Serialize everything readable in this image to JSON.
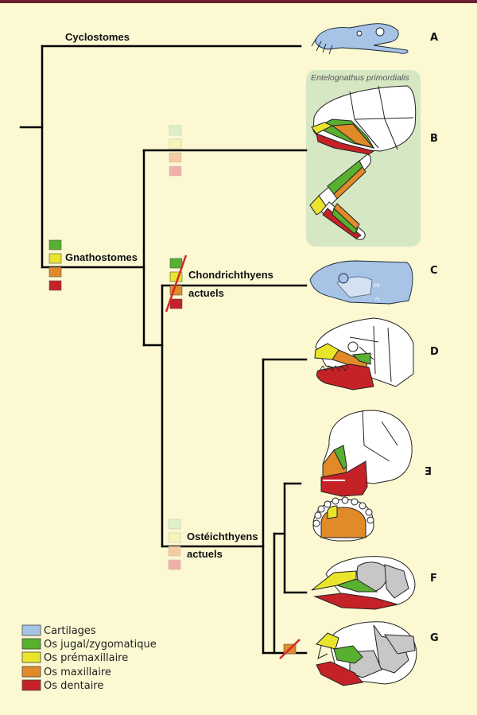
{
  "colors": {
    "background": "#fbf8d2",
    "top_bar": "#6b2130",
    "tree_line": "#000000",
    "species_panel": "#d6e7c4",
    "cartilage": "#a7c3e6",
    "jugal": "#58b030",
    "premaxillary": "#e9e52c",
    "maxillary": "#e08a2a",
    "dentary": "#c52228",
    "gray_bone": "#c7c7c7",
    "cross": "#d6262b"
  },
  "taxa": {
    "cyclostomes": "Cyclostomes",
    "gnathostomes": "Gnathostomes",
    "chondrichthyens_1": "Chondrichthyens",
    "chondrichthyens_2": "actuels",
    "osteichthyens_1": "Ostéichthyens",
    "osteichthyens_2": "actuels"
  },
  "species_name": "Entelognathus primordialis",
  "letters": {
    "a": "A",
    "b": "B",
    "c": "C",
    "d": "D",
    "e": "E",
    "f": "F",
    "g": "G"
  },
  "legend": [
    {
      "label": "Cartilages",
      "color": "#a7c3e6"
    },
    {
      "label": "Os jugal/zygomatique",
      "color": "#58b030"
    },
    {
      "label": "Os prémaxillaire",
      "color": "#e9e52c"
    },
    {
      "label": "Os maxillaire",
      "color": "#e08a2a"
    },
    {
      "label": "Os dentaire",
      "color": "#c52228"
    }
  ],
  "icons": [
    "lamprey-skull-icon",
    "placoderm-skull-icon",
    "shark-skull-icon",
    "bony-fish-skull-icon",
    "human-skull-icon",
    "palate-icon",
    "bird-skull-icon",
    "teleost-skull-icon"
  ]
}
